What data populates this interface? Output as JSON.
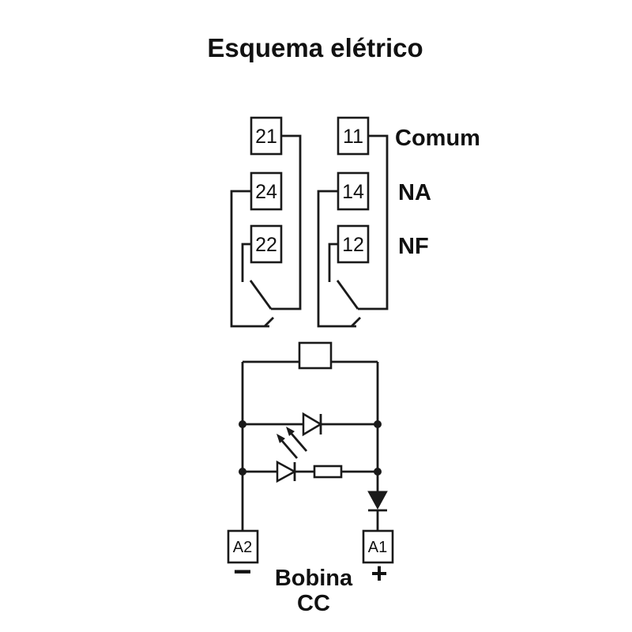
{
  "title": "Esquema elétrico",
  "terminals": {
    "t21": "21",
    "t24": "24",
    "t22": "22",
    "t11": "11",
    "t14": "14",
    "t12": "12"
  },
  "contact_labels": {
    "common": "Comum",
    "normally_open": "NA",
    "normally_closed": "NF"
  },
  "coil_section": {
    "a2": "A2",
    "a1": "A1",
    "polarity_minus": "−",
    "polarity_plus": "+",
    "caption_line1": "Bobina",
    "caption_line2": "CC"
  },
  "colors": {
    "background": "#ffffff",
    "line": "#1a1a1a",
    "text": "#111111"
  }
}
